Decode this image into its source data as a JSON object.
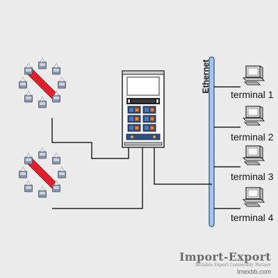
{
  "diagram": {
    "network_label": "Ethernet",
    "terminals": [
      "terminal 1",
      "terminal 2",
      "terminal 3",
      "terminal 4"
    ]
  },
  "watermark": {
    "brand": "Import-Export",
    "tagline": "Reliable Export Commodity Partner",
    "site": "Imexbb.com"
  },
  "colors": {
    "background": "#ececec",
    "ethernet_bus": "#a9c6e6",
    "ethernet_bus_outline": "#3f6d98",
    "wires": "#222222",
    "ring_rod": "#e21f2c",
    "server_body": "#f7f7f7",
    "server_module": "#2c4a78"
  },
  "icons": [
    "ring-light-icon",
    "server-cabinet-icon",
    "computer-terminal-icon",
    "ethernet-bus"
  ]
}
